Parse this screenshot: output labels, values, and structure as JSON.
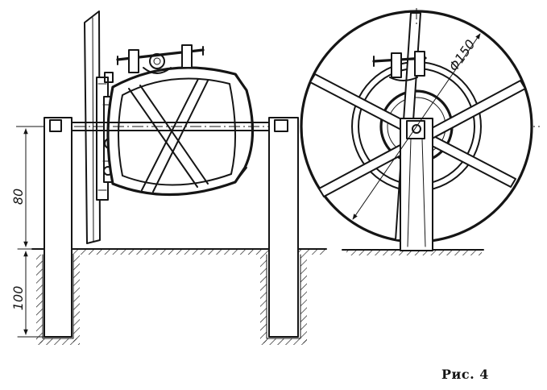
{
  "caption": "Рис. 4",
  "dimensions": {
    "post_above_ground": "80",
    "post_below_ground": "100",
    "wheel_diameter": "Φ150"
  }
}
